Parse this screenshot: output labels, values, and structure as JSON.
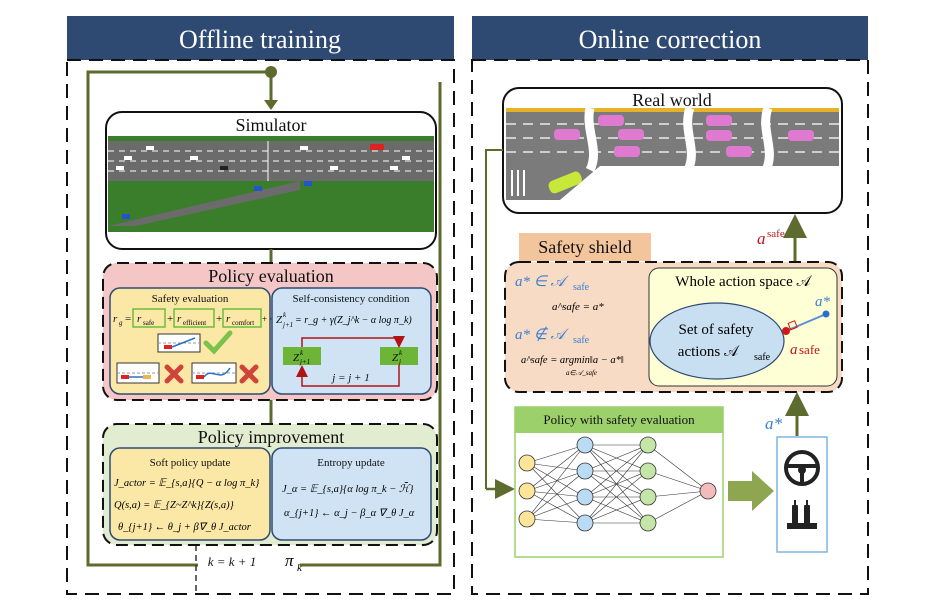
{
  "left_panel": {
    "header": "Offline training",
    "simulator_title": "Simulator",
    "policy_evaluation": {
      "title": "Policy evaluation",
      "safety_title": "Safety evaluation",
      "reward_lhs": "r",
      "reward_lhs_sub": "g",
      "reward_terms": [
        "r",
        "r",
        "r"
      ],
      "reward_subs": [
        "safe",
        "efficient",
        "comfort"
      ],
      "reward_tail": "+ ···",
      "self_consistency_title": "Self-consistency condition",
      "update_eq": "Z",
      "update_rhs": "= r_g + γ(Z_j^k − α log π_k)",
      "box_left": "Z",
      "box_left_sub": "j+1",
      "box_right": "Z",
      "box_right_sub": "j",
      "sup_k": "k",
      "loop_label": "j = j + 1"
    },
    "policy_improvement": {
      "title": "Policy improvement",
      "soft_title": "Soft policy update",
      "soft_eq1": "J_actor = 𝔼_{s,a}{Q − α log π_k}",
      "soft_eq2": "Q(s,a) = 𝔼_{Z~Z^k}{Z(s,a)}",
      "soft_eq3": "θ_{j+1} ← θ_j + β∇_θ J_actor",
      "entropy_title": "Entropy update",
      "entropy_eq1": "J_α = 𝔼_{s,a}{α log π_k − ℋ̄}",
      "entropy_eq2": "α_{j+1} ← α_j − β_α ∇_θ J_α"
    },
    "k_update": "k = k + 1",
    "pi_k": "π",
    "pi_k_sub": "k"
  },
  "right_panel": {
    "header": "Online correction",
    "real_world_title": "Real world",
    "a_safe_label": "a",
    "a_safe_sup": "safe",
    "safety_shield": {
      "title": "Safety shield",
      "cond1": "a* ∈ 𝒜",
      "cond_sub": "safe",
      "result1": "a^safe = a*",
      "cond2": "a* ∉ 𝒜",
      "result2": "a^safe = argmin‖a − a*‖",
      "result2_sub": "a∈𝒜_safe",
      "whole_space": "Whole action space 𝒜",
      "set_line1": "Set of safety",
      "set_line2": "actions 𝒜",
      "a_star": "a*"
    },
    "policy_title": "Policy with safety evaluation",
    "a_star_label": "a*"
  },
  "colors": {
    "header_bg": "#2e4a73",
    "olive": "#5e6b2e",
    "pink_bg": "#f4c6c6",
    "yellow_bg": "#fbe8a6",
    "blue_bg": "#cfe3f4",
    "green_bg": "#e1ecd0",
    "shield_bg": "#f7dbc4",
    "label_orange": "#f3c59c",
    "policy_label": "#9cd06a"
  }
}
